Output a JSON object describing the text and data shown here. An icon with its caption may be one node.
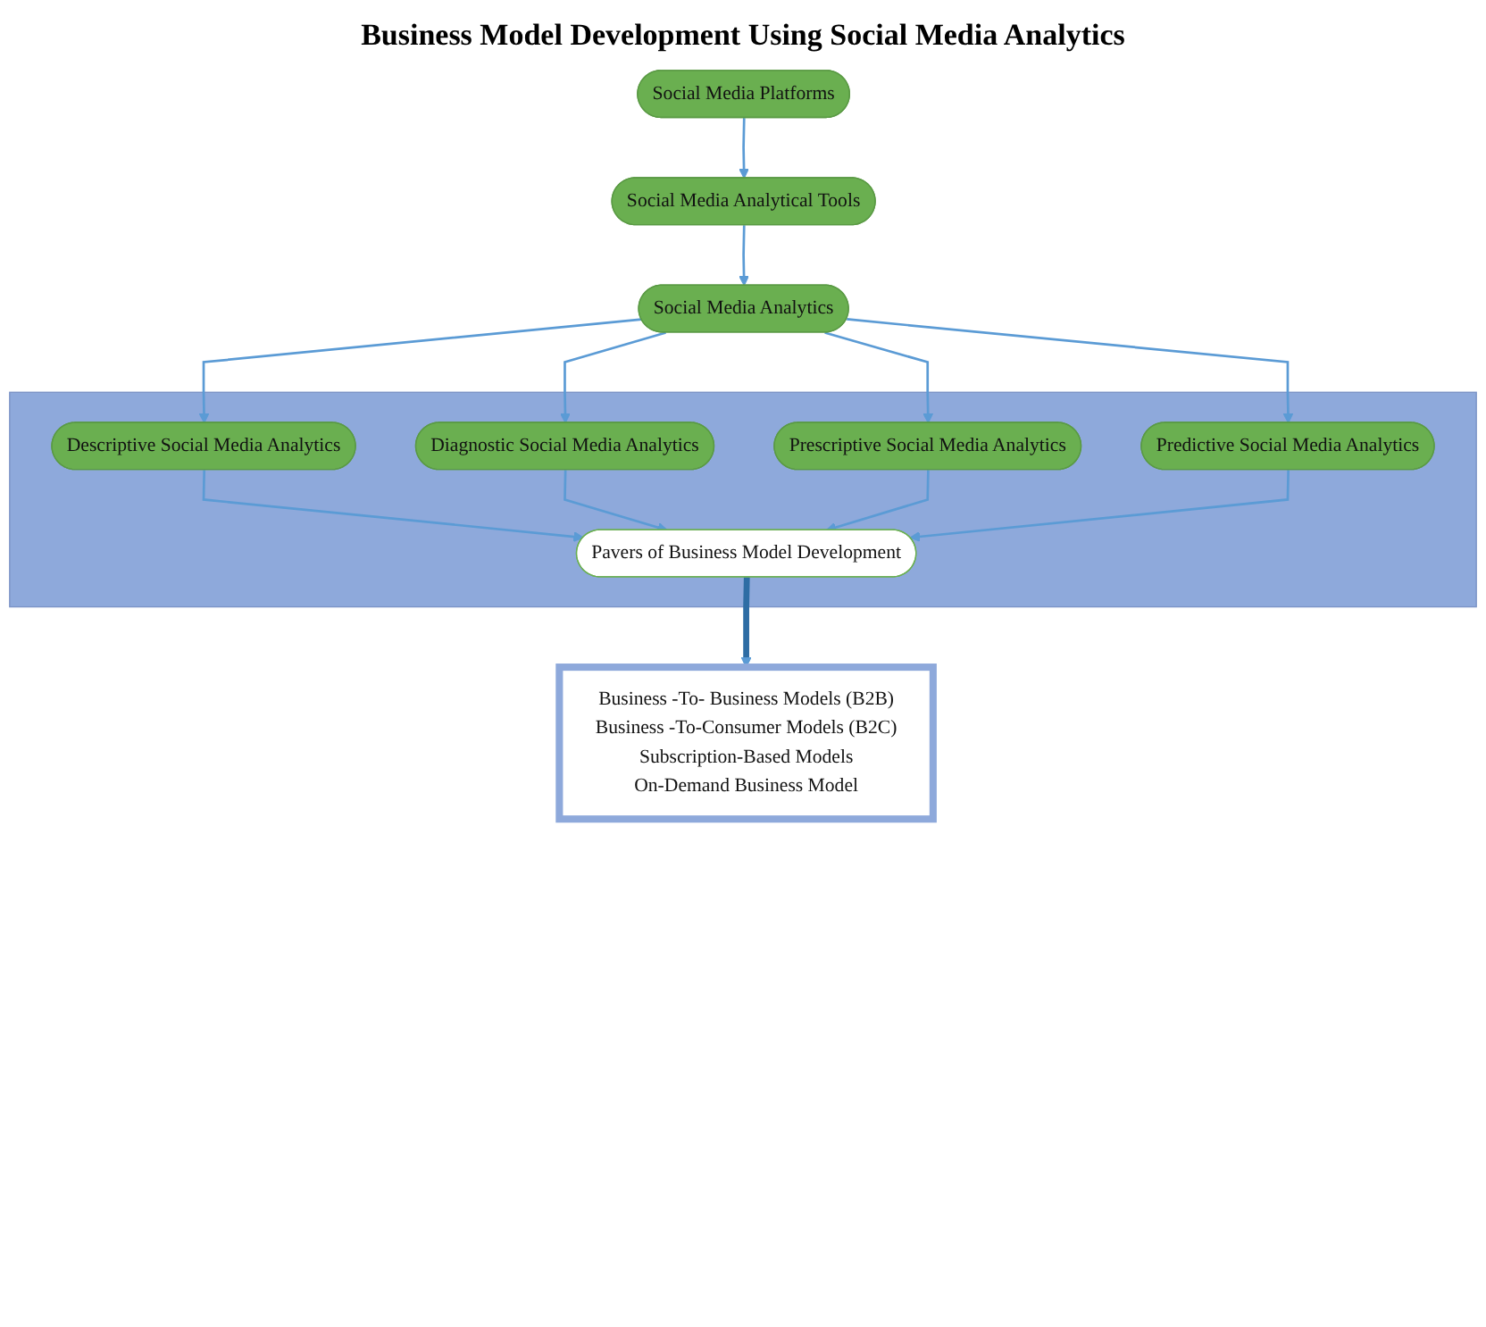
{
  "diagram": {
    "title": "Business Model Development Using Social Media Analytics",
    "nodes": [
      {
        "text": [
          "Social Media Platforms"
        ]
      },
      {
        "text": [
          "Social Media Analytical Tools"
        ]
      },
      {
        "text": [
          "Social Media Analytics"
        ]
      },
      {
        "text": [],
        "shape": "box"
      },
      {
        "text": [
          "Descriptive Social Media Analytics"
        ],
        "in": 3
      },
      {
        "text": [
          "Pavers of Business Model Development"
        ],
        "in": 3
      },
      {
        "text": [
          "Diagnostic Social Media Analytics"
        ],
        "in": 3
      },
      {
        "text": [
          "Prescriptive Social Media Analytics"
        ],
        "in": 3
      },
      {
        "text": [
          "Predictive Social Media Analytics"
        ],
        "in": 3
      },
      {
        "text": [
          "Business -To- Business Models (B2B)",
          "Business -To-Consumer Models (B2C)",
          "Subscription-Based Models",
          "On-Demand Business Model"
        ]
      }
    ],
    "edges": [
      {
        "from": 0,
        "to": 1,
        "arrow": "to"
      },
      {
        "from": 1,
        "to": 2,
        "arrow": "to"
      },
      {
        "from": 2,
        "to": 4,
        "arrow": "to"
      },
      {
        "from": 2,
        "to": 7,
        "arrow": "to"
      },
      {
        "from": 2,
        "to": 8,
        "arrow": "to"
      },
      {
        "from": 2,
        "to": 6,
        "arrow": "to"
      },
      {
        "from": 4,
        "to": 5,
        "arrow": "to"
      },
      {
        "from": 6,
        "to": 5,
        "arrow": "to"
      },
      {
        "from": 7,
        "to": 5,
        "arrow": "to"
      },
      {
        "from": 8,
        "to": 5,
        "arrow": "to"
      },
      {
        "from": 5,
        "to": 9,
        "arrow": "to",
        "style": "thick",
        "color": "#2e6da4"
      }
    ]
  }
}
